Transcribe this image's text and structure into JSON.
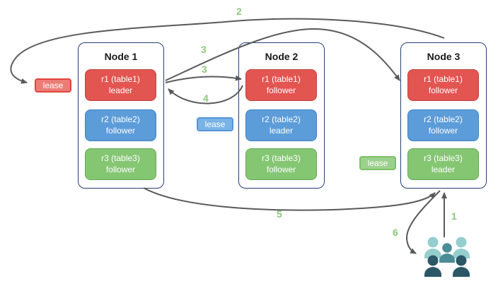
{
  "diagram": {
    "title": "raft leaseholder replication diagram",
    "nodes": [
      {
        "title": "Node 1",
        "replicas": [
          {
            "name": "r1 (table1)",
            "role": "leader",
            "color": "#e25551"
          },
          {
            "name": "r2 (table2)",
            "role": "follower",
            "color": "#5c9cd9"
          },
          {
            "name": "r3 (table3)",
            "role": "follower",
            "color": "#85c673"
          }
        ]
      },
      {
        "title": "Node 2",
        "replicas": [
          {
            "name": "r1 (table1)",
            "role": "follower",
            "color": "#e25551"
          },
          {
            "name": "r2 (table2)",
            "role": "leader",
            "color": "#5c9cd9"
          },
          {
            "name": "r3 (table3)",
            "role": "follower",
            "color": "#85c673"
          }
        ]
      },
      {
        "title": "Node 3",
        "replicas": [
          {
            "name": "r1 (table1)",
            "role": "follower",
            "color": "#e25551"
          },
          {
            "name": "r2 (table2)",
            "role": "follower",
            "color": "#5c9cd9"
          },
          {
            "name": "r3 (table3)",
            "role": "leader",
            "color": "#85c673"
          }
        ]
      }
    ],
    "leases": [
      {
        "label": "lease",
        "color": "#e0443d",
        "fill": "#ec7d76",
        "attached_to": "r1 / Node 1"
      },
      {
        "label": "lease",
        "color": "#5596d6",
        "fill": "#7ab3e6",
        "attached_to": "r2 / Node 2"
      },
      {
        "label": "lease",
        "color": "#7ac167",
        "fill": "#9dd08e",
        "attached_to": "r3 / Node 3"
      }
    ],
    "steps": {
      "s1": "1",
      "s2": "2",
      "s3a": "3",
      "s3b": "3",
      "s4": "4",
      "s5": "5",
      "s6": "6"
    },
    "icons": {
      "users": "users-group-icon"
    },
    "colors": {
      "node_border": "#26406e",
      "arrow": "#58595b",
      "step_label": "#8bc878",
      "users_back": "#94cecd",
      "users_middle": "#4c8c96",
      "users_front": "#2b5767",
      "background": "#ffffff"
    }
  }
}
